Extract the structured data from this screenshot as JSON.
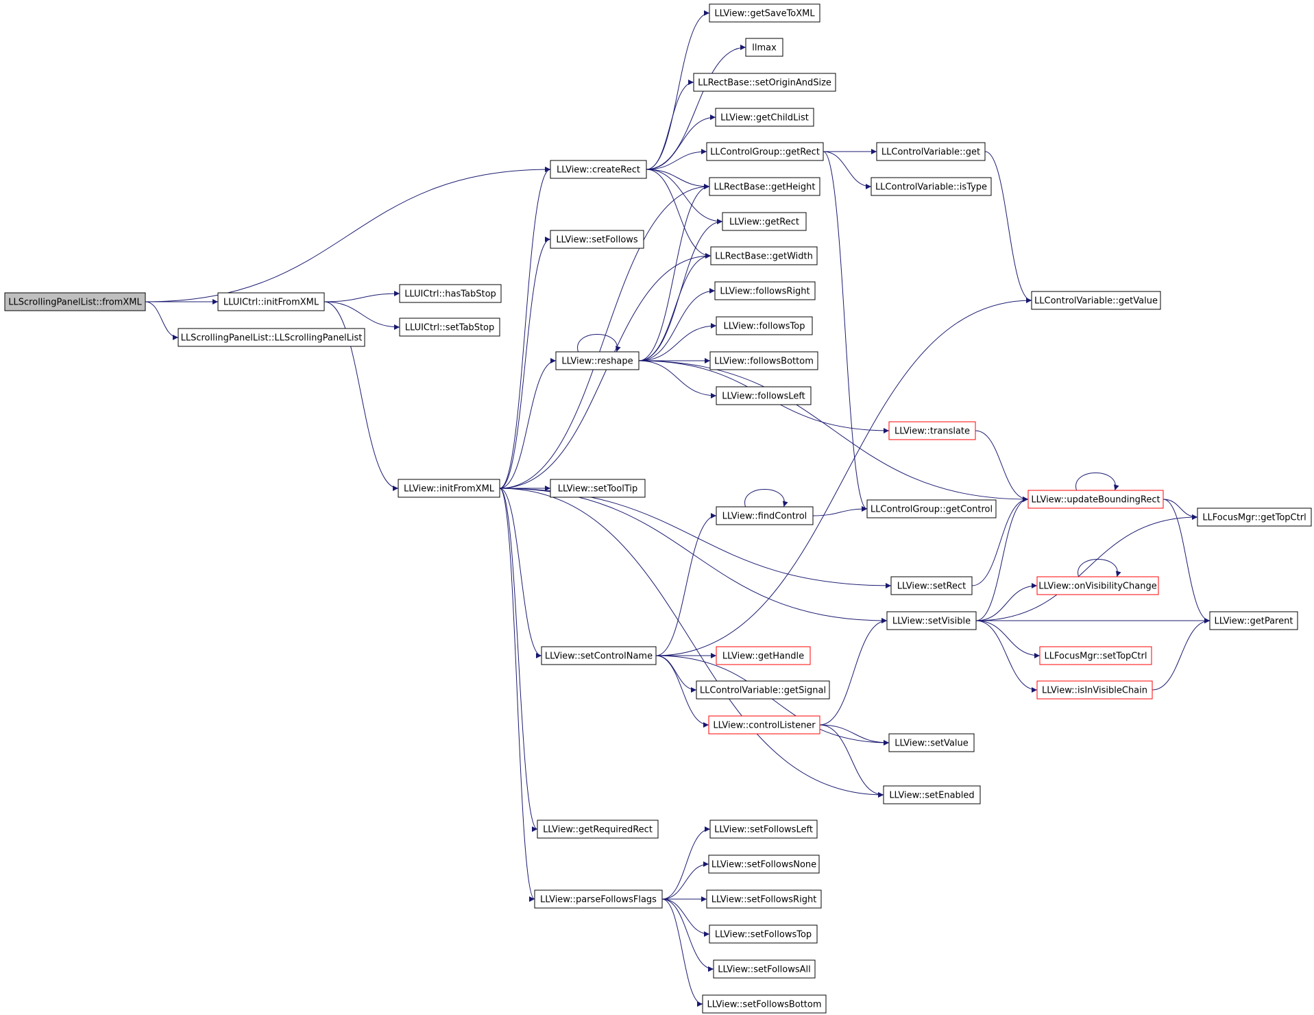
{
  "colors": {
    "edge": "#191970",
    "node_border": "#000000",
    "truncated_border": "#ff0000",
    "root_fill": "#bfbfbf",
    "node_fill": "#ffffff"
  },
  "nodes": [
    {
      "id": "n_fromxml",
      "label": "LLScrollingPanelList::fromXML",
      "style": "root"
    },
    {
      "id": "n_uictrl_initfromxml",
      "label": "LLUICtrl::initFromXML",
      "style": "normal"
    },
    {
      "id": "n_scrollingpanellist_ctor",
      "label": "LLScrollingPanelList::LLScrollingPanelList",
      "style": "normal"
    },
    {
      "id": "n_hastabstop",
      "label": "LLUICtrl::hasTabStop",
      "style": "normal"
    },
    {
      "id": "n_settabstop",
      "label": "LLUICtrl::setTabStop",
      "style": "normal"
    },
    {
      "id": "n_view_initfromxml",
      "label": "LLView::initFromXML",
      "style": "normal"
    },
    {
      "id": "n_createrect",
      "label": "LLView::createRect",
      "style": "normal"
    },
    {
      "id": "n_setfollows",
      "label": "LLView::setFollows",
      "style": "normal"
    },
    {
      "id": "n_reshape",
      "label": "LLView::reshape",
      "style": "normal"
    },
    {
      "id": "n_settooltip",
      "label": "LLView::setToolTip",
      "style": "normal"
    },
    {
      "id": "n_setcontrolname",
      "label": "LLView::setControlName",
      "style": "normal"
    },
    {
      "id": "n_getrequiredrect",
      "label": "LLView::getRequiredRect",
      "style": "normal"
    },
    {
      "id": "n_parsefollowsflags",
      "label": "LLView::parseFollowsFlags",
      "style": "normal"
    },
    {
      "id": "n_getsavetoxml",
      "label": "LLView::getSaveToXML",
      "style": "normal"
    },
    {
      "id": "n_llmax",
      "label": "llmax",
      "style": "normal"
    },
    {
      "id": "n_setoriginandsize",
      "label": "LLRectBase::setOriginAndSize",
      "style": "normal"
    },
    {
      "id": "n_getchildlist",
      "label": "LLView::getChildList",
      "style": "normal"
    },
    {
      "id": "n_controlgroup_getrect",
      "label": "LLControlGroup::getRect",
      "style": "normal"
    },
    {
      "id": "n_getheight",
      "label": "LLRectBase::getHeight",
      "style": "normal"
    },
    {
      "id": "n_view_getrect",
      "label": "LLView::getRect",
      "style": "normal"
    },
    {
      "id": "n_getwidth",
      "label": "LLRectBase::getWidth",
      "style": "normal"
    },
    {
      "id": "n_followsright",
      "label": "LLView::followsRight",
      "style": "normal"
    },
    {
      "id": "n_followstop",
      "label": "LLView::followsTop",
      "style": "normal"
    },
    {
      "id": "n_followsbottom",
      "label": "LLView::followsBottom",
      "style": "normal"
    },
    {
      "id": "n_followsleft",
      "label": "LLView::followsLeft",
      "style": "normal"
    },
    {
      "id": "n_translate",
      "label": "LLView::translate",
      "style": "truncated"
    },
    {
      "id": "n_findcontrol",
      "label": "LLView::findControl",
      "style": "normal"
    },
    {
      "id": "n_gethandle",
      "label": "LLView::getHandle",
      "style": "truncated"
    },
    {
      "id": "n_getsignal",
      "label": "LLControlVariable::getSignal",
      "style": "normal"
    },
    {
      "id": "n_controllistener",
      "label": "LLView::controlListener",
      "style": "truncated"
    },
    {
      "id": "n_setfollowsleft",
      "label": "LLView::setFollowsLeft",
      "style": "normal"
    },
    {
      "id": "n_setfollowsnone",
      "label": "LLView::setFollowsNone",
      "style": "normal"
    },
    {
      "id": "n_setfollowsright",
      "label": "LLView::setFollowsRight",
      "style": "normal"
    },
    {
      "id": "n_setfollowstop",
      "label": "LLView::setFollowsTop",
      "style": "normal"
    },
    {
      "id": "n_setfollowsall",
      "label": "LLView::setFollowsAll",
      "style": "normal"
    },
    {
      "id": "n_setfollowsbottom",
      "label": "LLView::setFollowsBottom",
      "style": "normal"
    },
    {
      "id": "n_cv_get",
      "label": "LLControlVariable::get",
      "style": "normal"
    },
    {
      "id": "n_cv_istype",
      "label": "LLControlVariable::isType",
      "style": "normal"
    },
    {
      "id": "n_cg_getcontrol",
      "label": "LLControlGroup::getControl",
      "style": "normal"
    },
    {
      "id": "n_setrect",
      "label": "LLView::setRect",
      "style": "normal"
    },
    {
      "id": "n_setvisible",
      "label": "LLView::setVisible",
      "style": "normal"
    },
    {
      "id": "n_setvalue",
      "label": "LLView::setValue",
      "style": "normal"
    },
    {
      "id": "n_setenabled",
      "label": "LLView::setEnabled",
      "style": "normal"
    },
    {
      "id": "n_cv_getvalue",
      "label": "LLControlVariable::getValue",
      "style": "normal"
    },
    {
      "id": "n_updateboundingrect",
      "label": "LLView::updateBoundingRect",
      "style": "truncated"
    },
    {
      "id": "n_onvisibilitychange",
      "label": "LLView::onVisibilityChange",
      "style": "truncated"
    },
    {
      "id": "n_settopctrl",
      "label": "LLFocusMgr::setTopCtrl",
      "style": "truncated"
    },
    {
      "id": "n_isinvisiblechain",
      "label": "LLView::isInVisibleChain",
      "style": "truncated"
    },
    {
      "id": "n_gettopctrl",
      "label": "LLFocusMgr::getTopCtrl",
      "style": "normal"
    },
    {
      "id": "n_getparent",
      "label": "LLView::getParent",
      "style": "normal"
    }
  ],
  "edges": [
    [
      "n_fromxml",
      "n_createrect"
    ],
    [
      "n_fromxml",
      "n_uictrl_initfromxml"
    ],
    [
      "n_fromxml",
      "n_scrollingpanellist_ctor"
    ],
    [
      "n_uictrl_initfromxml",
      "n_hastabstop"
    ],
    [
      "n_uictrl_initfromxml",
      "n_settabstop"
    ],
    [
      "n_uictrl_initfromxml",
      "n_view_initfromxml"
    ],
    [
      "n_createrect",
      "n_getsavetoxml"
    ],
    [
      "n_createrect",
      "n_llmax"
    ],
    [
      "n_createrect",
      "n_setoriginandsize"
    ],
    [
      "n_createrect",
      "n_getchildlist"
    ],
    [
      "n_createrect",
      "n_controlgroup_getrect"
    ],
    [
      "n_createrect",
      "n_getheight"
    ],
    [
      "n_createrect",
      "n_view_getrect"
    ],
    [
      "n_createrect",
      "n_getwidth"
    ],
    [
      "n_controlgroup_getrect",
      "n_cv_get"
    ],
    [
      "n_controlgroup_getrect",
      "n_cv_istype"
    ],
    [
      "n_controlgroup_getrect",
      "n_cg_getcontrol"
    ],
    [
      "n_cv_get",
      "n_cv_getvalue"
    ],
    [
      "n_view_initfromxml",
      "n_createrect"
    ],
    [
      "n_view_initfromxml",
      "n_setfollows"
    ],
    [
      "n_view_initfromxml",
      "n_getheight"
    ],
    [
      "n_view_initfromxml",
      "n_getwidth"
    ],
    [
      "n_view_initfromxml",
      "n_reshape"
    ],
    [
      "n_view_initfromxml",
      "n_settooltip"
    ],
    [
      "n_view_initfromxml",
      "n_setrect"
    ],
    [
      "n_view_initfromxml",
      "n_setvisible"
    ],
    [
      "n_view_initfromxml",
      "n_setcontrolname"
    ],
    [
      "n_view_initfromxml",
      "n_setenabled"
    ],
    [
      "n_view_initfromxml",
      "n_getrequiredrect"
    ],
    [
      "n_view_initfromxml",
      "n_parsefollowsflags"
    ],
    [
      "n_reshape",
      "n_reshape"
    ],
    [
      "n_reshape",
      "n_getheight"
    ],
    [
      "n_reshape",
      "n_view_getrect"
    ],
    [
      "n_reshape",
      "n_getwidth"
    ],
    [
      "n_reshape",
      "n_followsright"
    ],
    [
      "n_reshape",
      "n_followstop"
    ],
    [
      "n_reshape",
      "n_followsbottom"
    ],
    [
      "n_reshape",
      "n_followsleft"
    ],
    [
      "n_reshape",
      "n_translate"
    ],
    [
      "n_reshape",
      "n_updateboundingrect"
    ],
    [
      "n_translate",
      "n_updateboundingrect"
    ],
    [
      "n_updateboundingrect",
      "n_updateboundingrect"
    ],
    [
      "n_updateboundingrect",
      "n_gettopctrl"
    ],
    [
      "n_updateboundingrect",
      "n_getparent"
    ],
    [
      "n_findcontrol",
      "n_findcontrol"
    ],
    [
      "n_findcontrol",
      "n_cg_getcontrol"
    ],
    [
      "n_setrect",
      "n_updateboundingrect"
    ],
    [
      "n_setvisible",
      "n_updateboundingrect"
    ],
    [
      "n_setvisible",
      "n_gettopctrl"
    ],
    [
      "n_setvisible",
      "n_onvisibilitychange"
    ],
    [
      "n_setvisible",
      "n_getparent"
    ],
    [
      "n_setvisible",
      "n_settopctrl"
    ],
    [
      "n_setvisible",
      "n_isinvisiblechain"
    ],
    [
      "n_onvisibilitychange",
      "n_onvisibilitychange"
    ],
    [
      "n_isinvisiblechain",
      "n_getparent"
    ],
    [
      "n_setcontrolname",
      "n_findcontrol"
    ],
    [
      "n_setcontrolname",
      "n_cv_getvalue"
    ],
    [
      "n_setcontrolname",
      "n_gethandle"
    ],
    [
      "n_setcontrolname",
      "n_getsignal"
    ],
    [
      "n_setcontrolname",
      "n_controllistener"
    ],
    [
      "n_setcontrolname",
      "n_setvalue"
    ],
    [
      "n_controllistener",
      "n_setvisible"
    ],
    [
      "n_controllistener",
      "n_setvalue"
    ],
    [
      "n_controllistener",
      "n_setenabled"
    ],
    [
      "n_parsefollowsflags",
      "n_setfollowsleft"
    ],
    [
      "n_parsefollowsflags",
      "n_setfollowsnone"
    ],
    [
      "n_parsefollowsflags",
      "n_setfollowsright"
    ],
    [
      "n_parsefollowsflags",
      "n_setfollowstop"
    ],
    [
      "n_parsefollowsflags",
      "n_setfollowsall"
    ],
    [
      "n_parsefollowsflags",
      "n_setfollowsbottom"
    ]
  ]
}
